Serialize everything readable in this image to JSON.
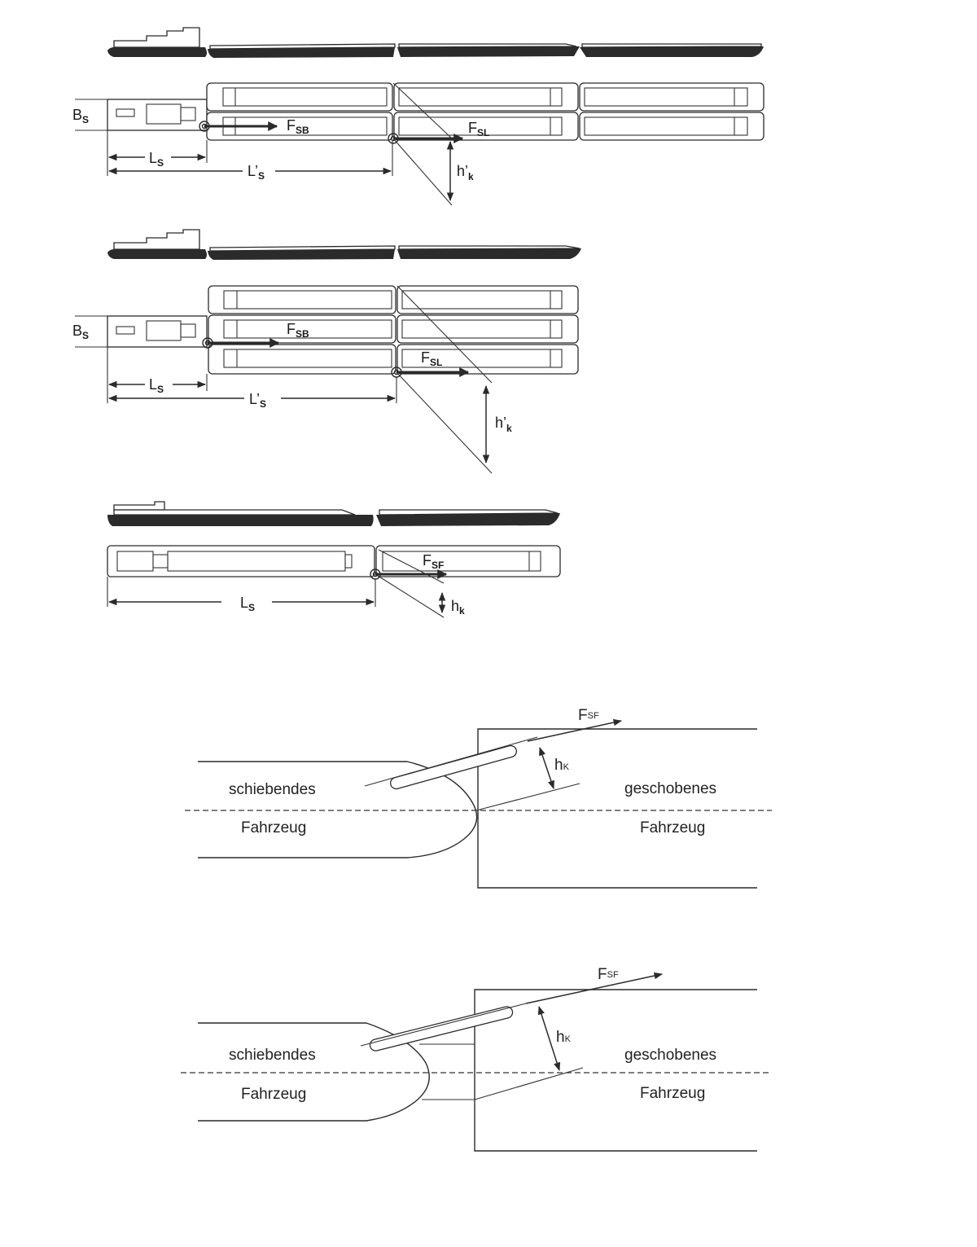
{
  "labels": {
    "b_s": "B",
    "b_s_sub": "S",
    "l_s": "L",
    "l_s_sub": "S",
    "l_s_prime": "L’",
    "l_s_prime_sub": "S",
    "f_sb": "F",
    "f_sb_sub": "SB",
    "f_sl": "F",
    "f_sl_sub": "SL",
    "f_sf": "F",
    "f_sf_sub": "SF",
    "h_k_prime": "h’",
    "h_k_prime_sub": "k",
    "h_k": "h",
    "h_k_sub": "k",
    "h_k_sub_caps": "K"
  },
  "captions": {
    "pushing_line1": "schiebendes",
    "pushing_line2": "Fahrzeug",
    "pushed_line1": "geschobenes",
    "pushed_line2": "Fahrzeug"
  }
}
